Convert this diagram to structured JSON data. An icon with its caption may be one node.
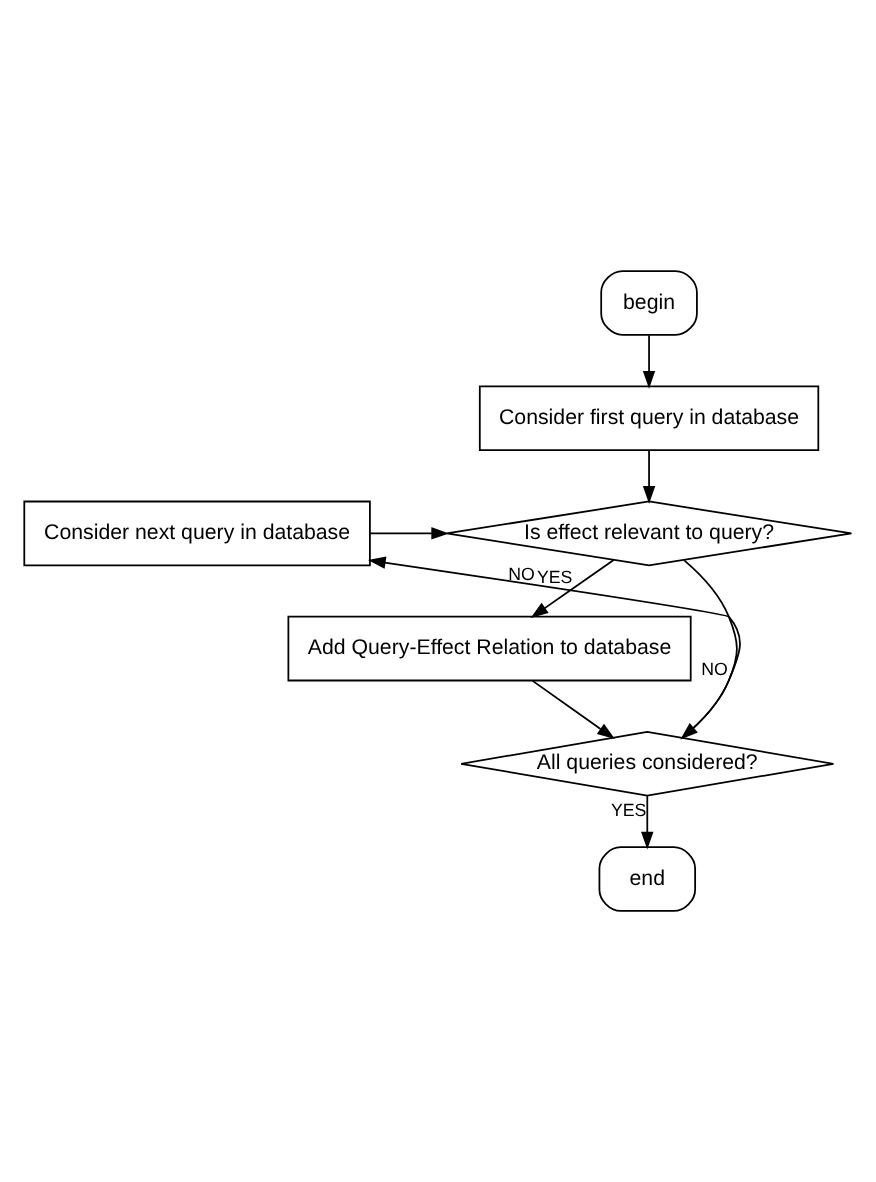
{
  "diagram": {
    "nodes": [
      {
        "text": [
          "begin"
        ]
      },
      {
        "text": [
          "Consider first query in database"
        ]
      },
      {
        "text": [
          "Consider next query in database"
        ]
      },
      {
        "text": [
          "Is effect relevant to query?"
        ]
      },
      {
        "text": [
          "Add Query-Effect Relation to database"
        ]
      },
      {
        "text": [
          "All queries considered?"
        ]
      },
      {
        "text": [
          "end"
        ]
      }
    ],
    "edges": [
      {
        "from": 0,
        "to": 1,
        "arrow": "to"
      },
      {
        "from": 1,
        "to": 3,
        "arrow": "to"
      },
      {
        "from": 2,
        "to": 3,
        "arrow": "to"
      },
      {
        "from": 3,
        "to": 4,
        "arrow": "to",
        "label": "YES"
      },
      {
        "from": 3,
        "to": 5,
        "arrow": "to",
        "label": "NO"
      },
      {
        "from": 4,
        "to": 5,
        "arrow": "to"
      },
      {
        "from": 5,
        "to": 2,
        "arrow": "to",
        "label": "NO"
      },
      {
        "from": 5,
        "to": 6,
        "arrow": "to",
        "label": "YES"
      }
    ]
  }
}
